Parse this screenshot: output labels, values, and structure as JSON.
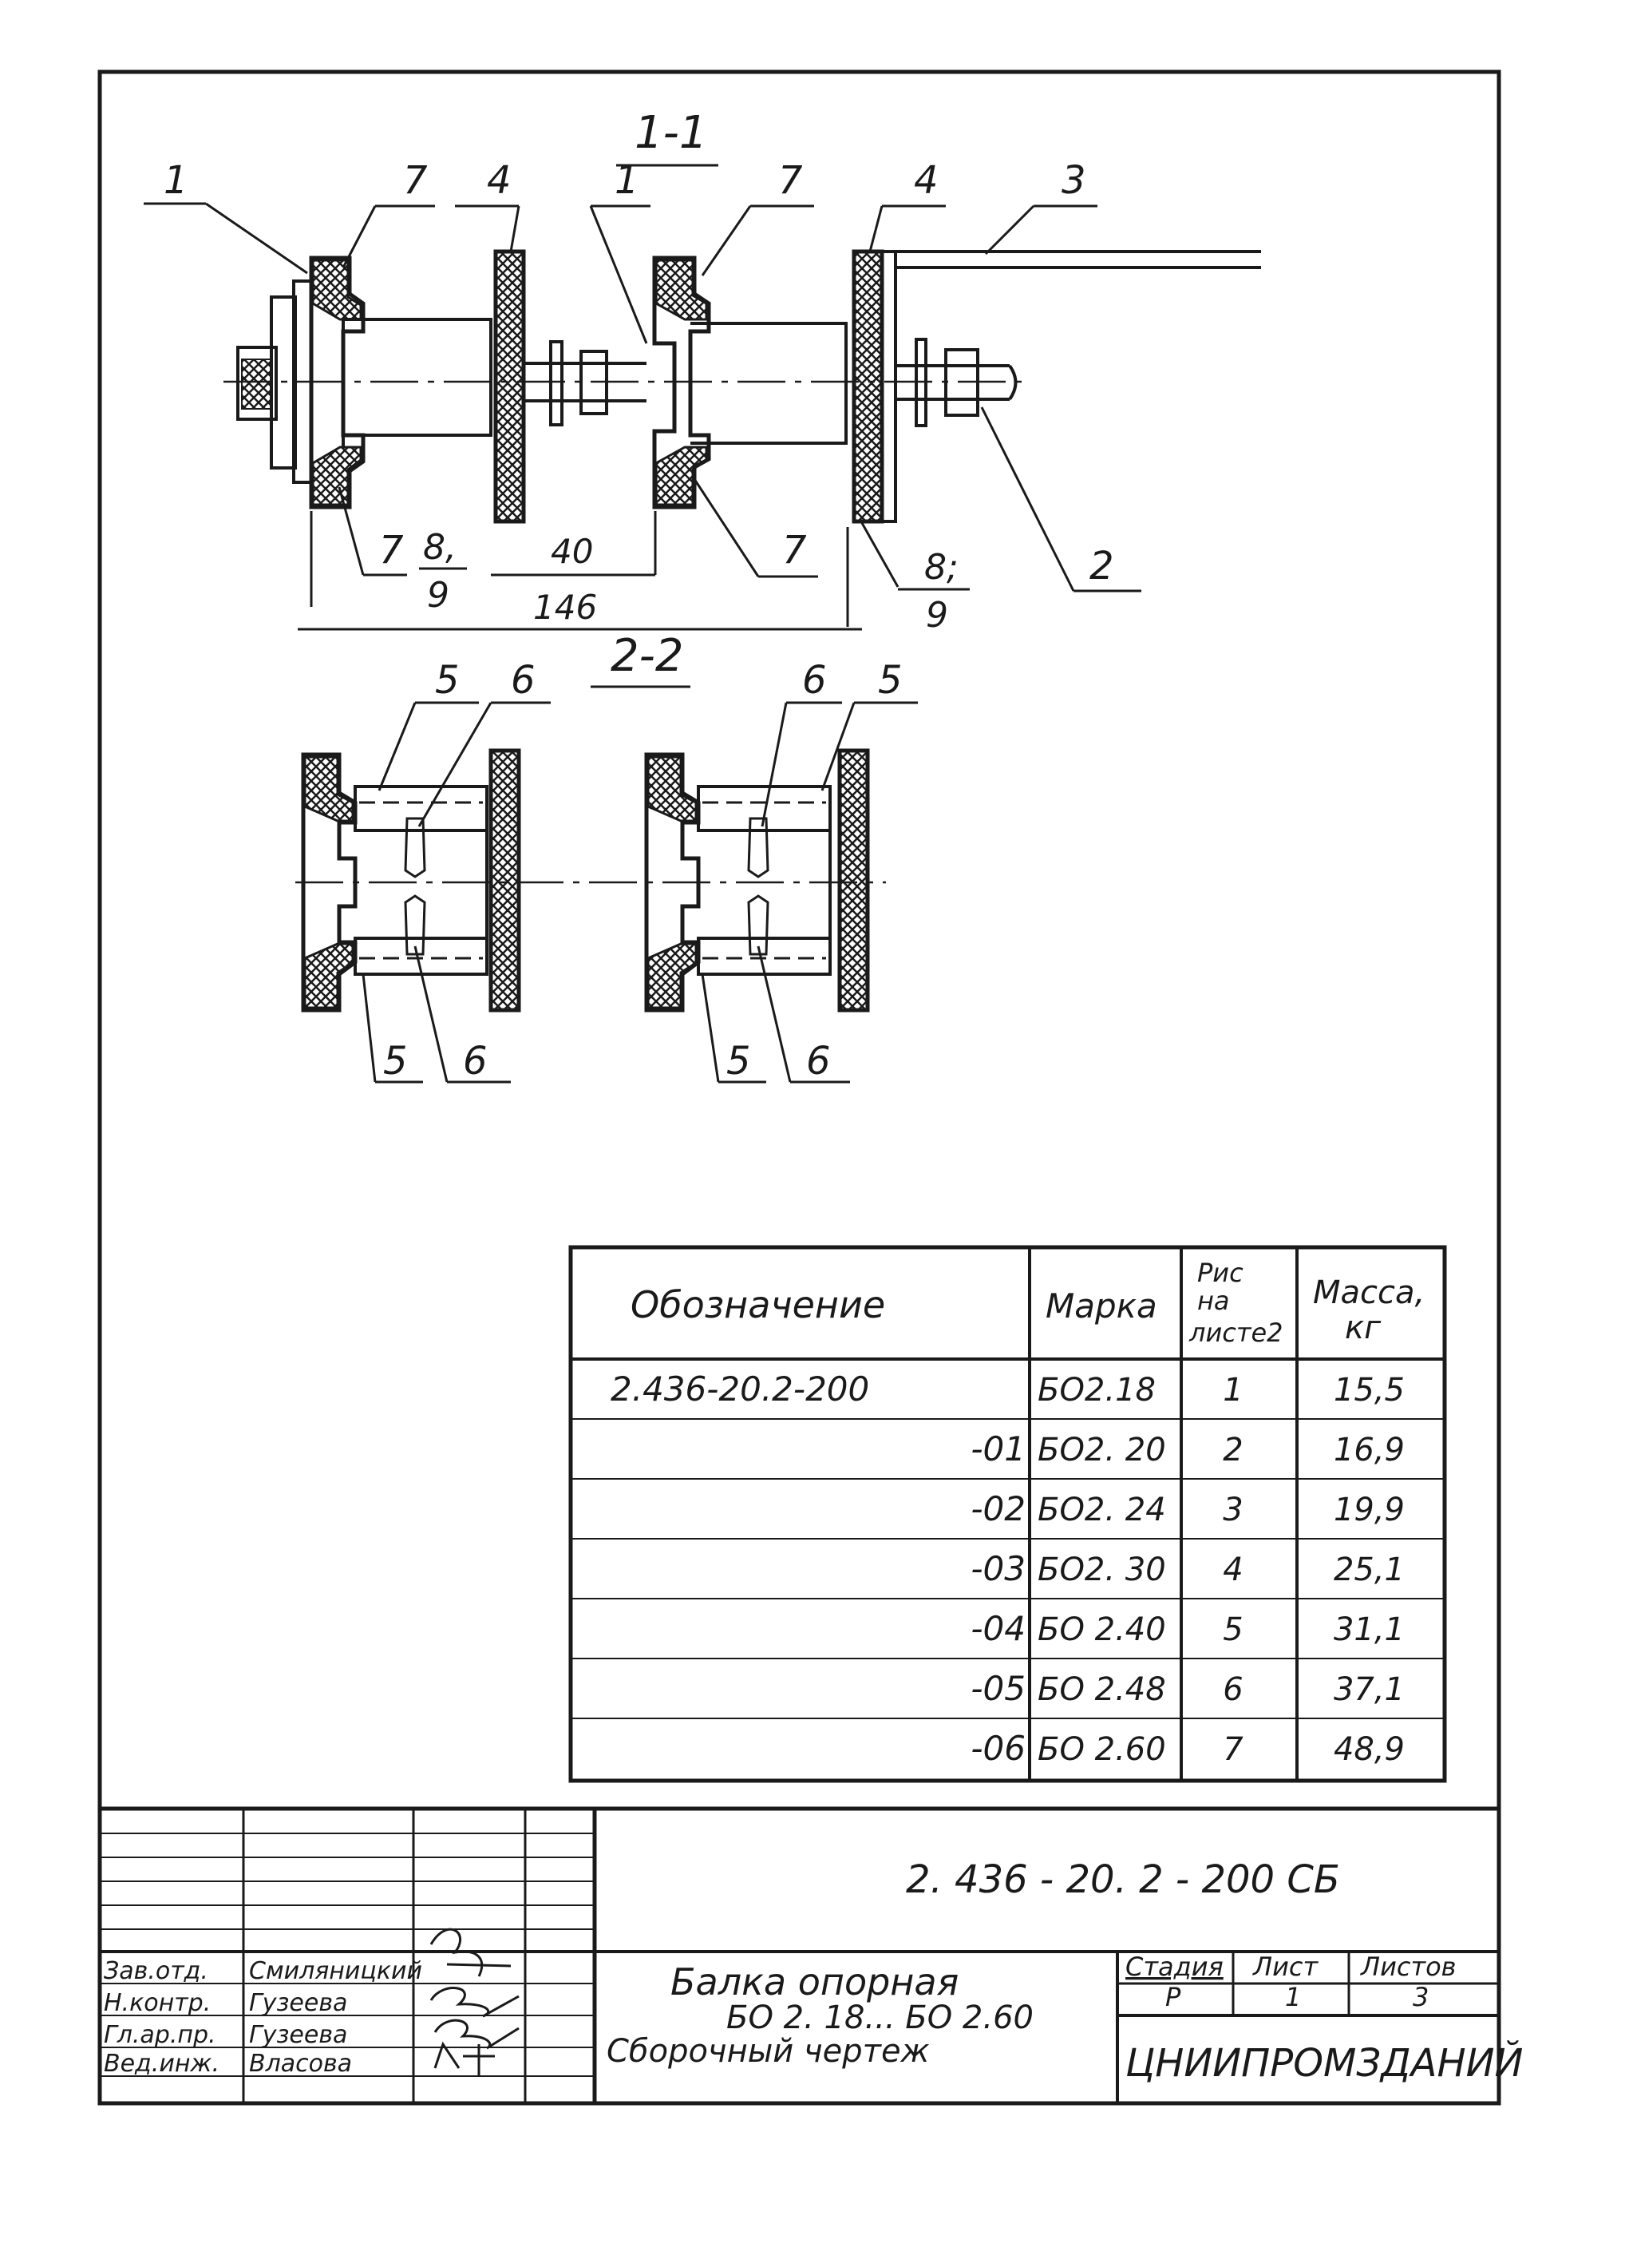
{
  "drawing": {
    "section_1_1_label": "1-1",
    "section_2_2_label": "2-2",
    "callouts_1_1": {
      "left_1": "1",
      "left_7_top": "7",
      "left_4": "4",
      "mid_1": "1",
      "mid_7_top": "7",
      "right_4": "4",
      "right_3": "3",
      "left_7_bottom": "7",
      "left_8": "8,",
      "left_9": "9",
      "mid_7_bottom": "7",
      "right_8": "8;",
      "right_9": "9",
      "right_2": "2"
    },
    "dimensions": {
      "gap": "40",
      "overall": "146"
    },
    "callouts_2_2": {
      "left_5_top": "5",
      "left_6_top": "6",
      "right_6_top": "6",
      "right_5_top": "5",
      "left_5_bottom": "5",
      "left_6_bottom": "6",
      "right_5_bottom": "5",
      "right_6_bottom": "6"
    }
  },
  "spec_table": {
    "headers": {
      "designation": "Обозначение",
      "brand": "Марка",
      "figure": "Рис на листе2",
      "mass": "Масса, кг"
    },
    "rows": [
      {
        "designation": "2.436-20.2-200",
        "brand": "БО2.18",
        "figure": "1",
        "mass": "15,5"
      },
      {
        "designation": "-01",
        "brand": "БО2. 20",
        "figure": "2",
        "mass": "16,9"
      },
      {
        "designation": "-02",
        "brand": "БО2. 24",
        "figure": "3",
        "mass": "19,9"
      },
      {
        "designation": "-03",
        "brand": "БО2. 30",
        "figure": "4",
        "mass": "25,1"
      },
      {
        "designation": "-04",
        "brand": "БО 2.40",
        "figure": "5",
        "mass": "31,1"
      },
      {
        "designation": "-05",
        "brand": "БО 2.48",
        "figure": "6",
        "mass": "37,1"
      },
      {
        "designation": "-06",
        "brand": "БО 2.60",
        "figure": "7",
        "mass": "48,9"
      }
    ]
  },
  "title_block": {
    "document_code": "2. 436 - 20. 2 - 200 СБ",
    "title_line1": "Балка опорная",
    "title_line2": "БО 2. 18... БО 2.60",
    "title_line3": "Сборочный чертеж",
    "stage_header": "Стадия",
    "sheet_header": "Лист",
    "sheets_header": "Листов",
    "stage_value": "Р",
    "sheet_value": "1",
    "sheets_value": "3",
    "organization": "ЦНИИПРОМЗДАНИЙ",
    "signatures": [
      {
        "role": "Зав.отд.",
        "name": "Смиляницкий"
      },
      {
        "role": "Н.контр.",
        "name": "Гузеева"
      },
      {
        "role": "Гл.ар.пр.",
        "name": "Гузеева"
      },
      {
        "role": "Вед.инж.",
        "name": "Власова"
      }
    ]
  }
}
